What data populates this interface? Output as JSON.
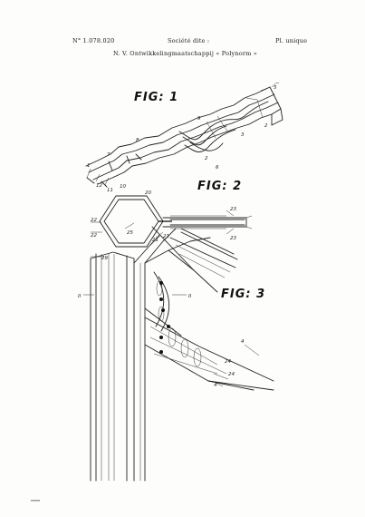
{
  "header": {
    "patent_number": "N° 1.078.020",
    "company_label": "Société dite :",
    "plate_label": "Pl. unique",
    "company_name": "N. V. Ontwikkelingmaatschappij « Polynorm »"
  },
  "figures": {
    "fig1_label": "FIG: 1",
    "fig2_label": "FIG: 2",
    "fig3_label": "FIG: 3"
  },
  "reference_numerals": {
    "fig1": [
      "5",
      "3",
      "9",
      "2",
      "6",
      "7",
      "8",
      "12",
      "11",
      "10",
      "1",
      "2"
    ],
    "fig2": [
      "20",
      "22",
      "22",
      "25",
      "21",
      "21",
      "23",
      "23"
    ],
    "fig3": [
      "29",
      "II",
      "II",
      "4",
      "24",
      "4",
      "24"
    ]
  }
}
